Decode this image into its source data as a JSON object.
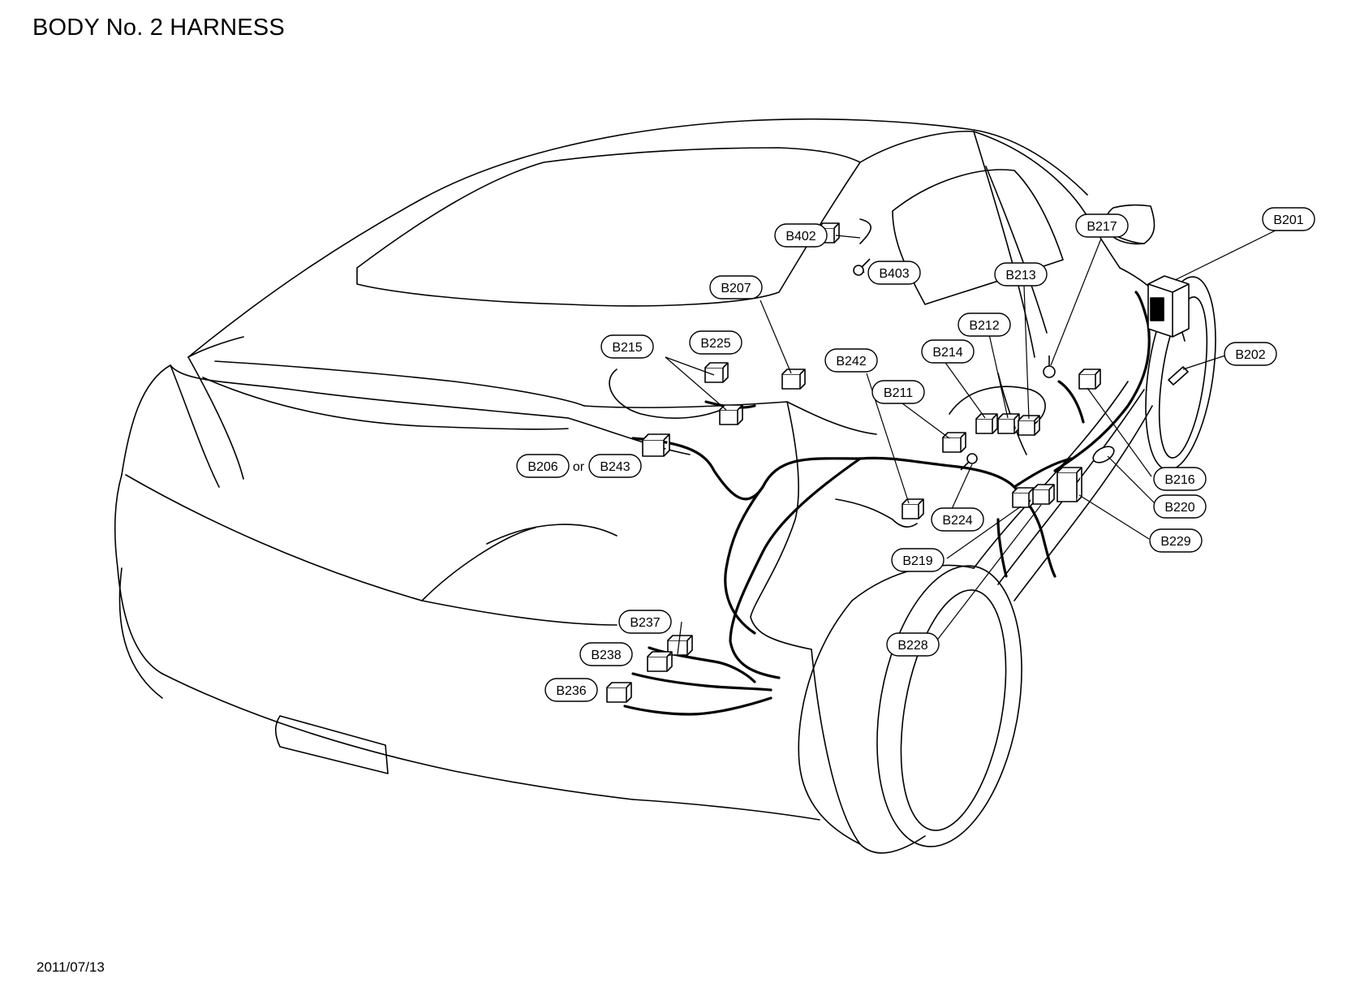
{
  "title": "BODY No. 2 HARNESS",
  "date": "2011/07/13",
  "connector_or": "or",
  "labels": [
    {
      "id": "B201",
      "text": "B201"
    },
    {
      "id": "B202",
      "text": "B202"
    },
    {
      "id": "B206",
      "text": "B206"
    },
    {
      "id": "B207",
      "text": "B207"
    },
    {
      "id": "B211",
      "text": "B211"
    },
    {
      "id": "B212",
      "text": "B212"
    },
    {
      "id": "B213",
      "text": "B213"
    },
    {
      "id": "B214",
      "text": "B214"
    },
    {
      "id": "B215",
      "text": "B215"
    },
    {
      "id": "B216",
      "text": "B216"
    },
    {
      "id": "B217",
      "text": "B217"
    },
    {
      "id": "B219",
      "text": "B219"
    },
    {
      "id": "B220",
      "text": "B220"
    },
    {
      "id": "B224",
      "text": "B224"
    },
    {
      "id": "B225",
      "text": "B225"
    },
    {
      "id": "B228",
      "text": "B228"
    },
    {
      "id": "B229",
      "text": "B229"
    },
    {
      "id": "B236",
      "text": "B236"
    },
    {
      "id": "B237",
      "text": "B237"
    },
    {
      "id": "B238",
      "text": "B238"
    },
    {
      "id": "B242",
      "text": "B242"
    },
    {
      "id": "B243",
      "text": "B243"
    },
    {
      "id": "B402",
      "text": "B402"
    },
    {
      "id": "B403",
      "text": "B403"
    }
  ]
}
